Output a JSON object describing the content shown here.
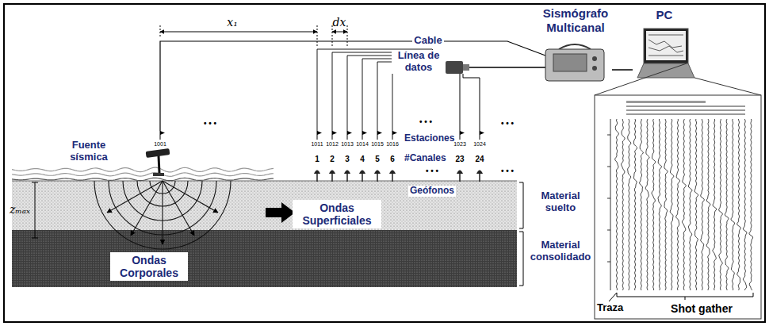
{
  "diagram": {
    "nodes": [
      {
        "text": [
          "Sismógrafo Multicanal"
        ]
      },
      {
        "text": [
          "PC"
        ]
      },
      {
        "text": [
          "Shot gather"
        ]
      }
    ],
    "edges": [
      {
        "from": 0,
        "to": 1,
        "arrow": "none"
      }
    ],
    "labels": [
      "x₁",
      "dx",
      "Cable",
      "Línea de datos",
      "Fuente sísmica",
      "1001",
      "1011",
      "1012",
      "1013",
      "1014",
      "1015",
      "1016",
      "1023",
      "1024",
      "• • •",
      "• • •",
      "• • •",
      "Estaciones",
      "#Canales",
      "1",
      "2",
      "3",
      "4",
      "5",
      "6",
      "23",
      "24",
      "• • •",
      "• • •",
      "Geófonos",
      "Ondas Superficiales",
      "Ondas Corporales",
      "zₘₐₓ",
      "Material suelto",
      "Material consolidado",
      "Traza"
    ]
  }
}
